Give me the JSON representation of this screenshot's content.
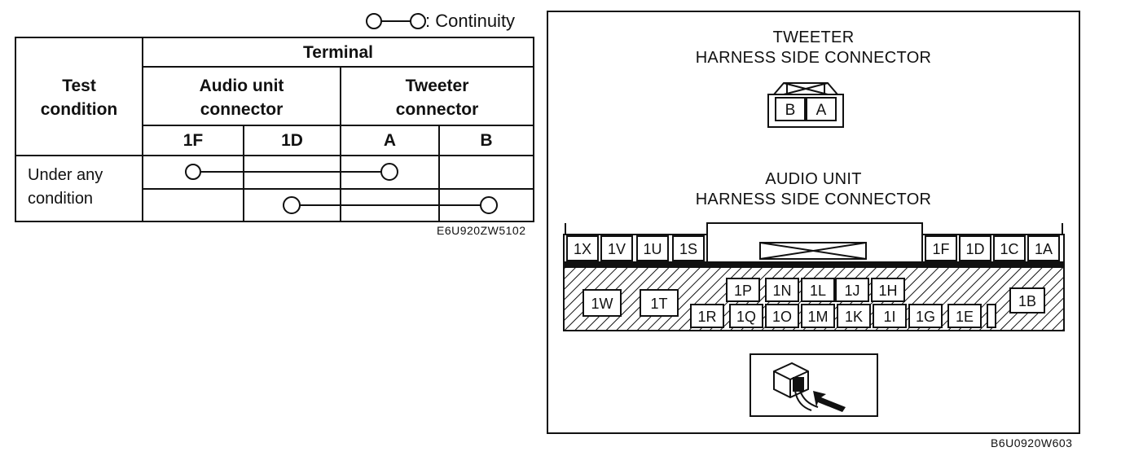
{
  "legend": {
    "label": ": Continuity"
  },
  "table": {
    "header_terminal": "Terminal",
    "header_test_condition_line1": "Test",
    "header_test_condition_line2": "condition",
    "group_audio_line1": "Audio unit",
    "group_audio_line2": "connector",
    "group_tweeter_line1": "Tweeter",
    "group_tweeter_line2": "connector",
    "columns": [
      "1F",
      "1D",
      "A",
      "B"
    ],
    "condition_line1": "Under any",
    "condition_line2": "condition",
    "rows": [
      {
        "from": "1F",
        "to": "A"
      },
      {
        "from": "1D",
        "to": "B"
      }
    ],
    "ref_code": "E6U920ZW5102"
  },
  "diagram": {
    "tweeter_title_line1": "TWEETER",
    "tweeter_title_line2": "HARNESS SIDE CONNECTOR",
    "tweeter_pins": [
      "B",
      "A"
    ],
    "audio_title_line1": "AUDIO UNIT",
    "audio_title_line2": "HARNESS SIDE CONNECTOR",
    "audio_top_left_pins": [
      "1X",
      "1V",
      "1U",
      "1S"
    ],
    "audio_top_right_pins": [
      "1F",
      "1D",
      "1C",
      "1A"
    ],
    "audio_lower_left_pins": [
      "1W",
      "1T"
    ],
    "audio_lower_row1_pins": [
      "1P",
      "1N",
      "1L",
      "1J",
      "1H"
    ],
    "audio_lower_row2_pins": [
      "1R",
      "1Q",
      "1O",
      "1M",
      "1K",
      "1I",
      "1G",
      "1E"
    ],
    "audio_lower_right_pins": [
      "1B"
    ],
    "ref_code": "B6U0920W603"
  }
}
